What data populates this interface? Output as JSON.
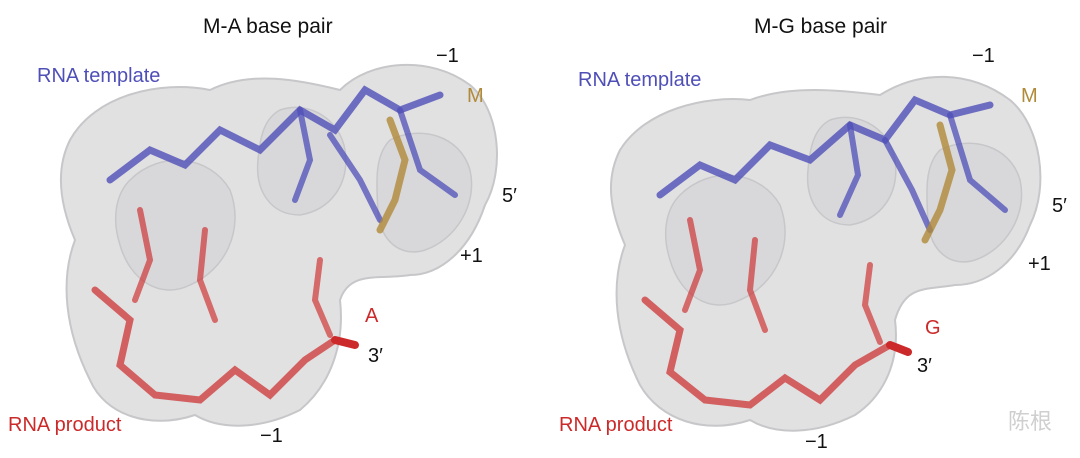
{
  "colors": {
    "template": "#4f4fb8",
    "product": "#cc2a2a",
    "base_m": "#b08a38",
    "text": "#111111",
    "watermark": "#cfcfcf"
  },
  "panels": [
    {
      "title": "M-A base pair",
      "template_label": "RNA template",
      "product_label": "RNA product",
      "minus1_top": "−1",
      "base_m": "M",
      "five_prime": "5′",
      "plus1": "+1",
      "pair_base": "A",
      "three_prime": "3′",
      "minus1_bottom": "−1"
    },
    {
      "title": "M-G base pair",
      "template_label": "RNA template",
      "product_label": "RNA product",
      "minus1_top": "−1",
      "base_m": "M",
      "five_prime": "5′",
      "plus1": "+1",
      "pair_base": "G",
      "three_prime": "3′",
      "minus1_bottom": "−1"
    }
  ],
  "watermark": "陈根"
}
